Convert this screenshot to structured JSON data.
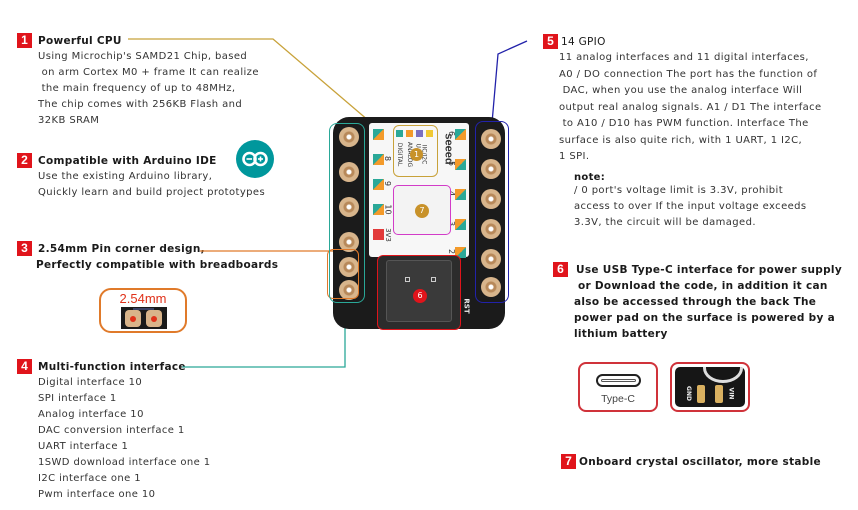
{
  "features": {
    "cpu": {
      "number": "1",
      "title": "Powerful CPU",
      "lines": [
        "Using Microchip's SAMD21 Chip, based",
        " on arm Cortex M0 + frame It can realize",
        " the main frequency of up to 48MHz,",
        "The chip comes with 256KB Flash and",
        "32KB SRAM"
      ]
    },
    "arduino": {
      "number": "2",
      "title": "Compatible with Arduino IDE",
      "lines": [
        "Use the existing Arduino library,",
        "Quickly learn and build project prototypes"
      ]
    },
    "pins": {
      "number": "3",
      "title": "2.54mm Pin corner design,",
      "lines": [
        "Perfectly compatible with breadboards"
      ],
      "pitch_label": "2.54mm"
    },
    "interfaces": {
      "number": "4",
      "title": "Multi-function interface",
      "lines": [
        "Digital interface 10",
        "SPI interface 1",
        "Analog interface 10",
        "DAC conversion interface 1",
        "UART interface 1",
        "1SWD download interface one 1",
        "I2C interface one 1",
        "Pwm interface one 10"
      ]
    },
    "gpio": {
      "number": "5",
      "title": "14 GPIO",
      "lines": [
        "11 analog interfaces and 11 digital interfaces,",
        "A0 / DO connection The port has the function of",
        " DAC, when you use the analog interface Will",
        "output real analog signals. A1 / D1 The interface",
        " to A10 / D10 has PWM function. Interface The",
        "surface is also quite rich, with 1 UART, 1 I2C,",
        "1 SPI."
      ],
      "note_title": "note:",
      "note_lines": [
        "/ 0 port's voltage limit is 3.3V, prohibit",
        "access to over If the input voltage exceeds",
        "3.3V, the circuit will be damaged."
      ]
    },
    "usb": {
      "number": "6",
      "title": "Use USB Type-C interface for power supply",
      "lines": [
        " or Download the code, in addition it can",
        "also be accessed through the back The",
        "power pad on the surface is powered by a",
        "lithium battery"
      ],
      "typec_label": "Type-C",
      "pad_labels": [
        "GND",
        "VIN"
      ]
    },
    "crystal": {
      "number": "7",
      "title": "Onboard crystal oscillator, more stable"
    }
  },
  "board": {
    "brand": "seeed",
    "legend": [
      "IIC/I2C",
      "UART",
      "ANALOG",
      "DIGITAL"
    ],
    "left_pins": [
      "",
      "8",
      "9",
      "10",
      "3V3"
    ],
    "right_pins": [
      "6",
      "5",
      "4",
      "3",
      "2"
    ],
    "rst_label": "RST",
    "marker_cpu": "1",
    "marker_crystal": "7",
    "marker_usb": "6"
  },
  "colors": {
    "badge": "#e0141b",
    "cpu_line": "#c8a23a",
    "pins_line": "#e07a2a",
    "interfaces_line": "#2aa898",
    "gpio_line": "#2222aa",
    "crystal_box": "#d23cc8",
    "usb_box": "#e0141b",
    "arduino": "#00979c"
  }
}
